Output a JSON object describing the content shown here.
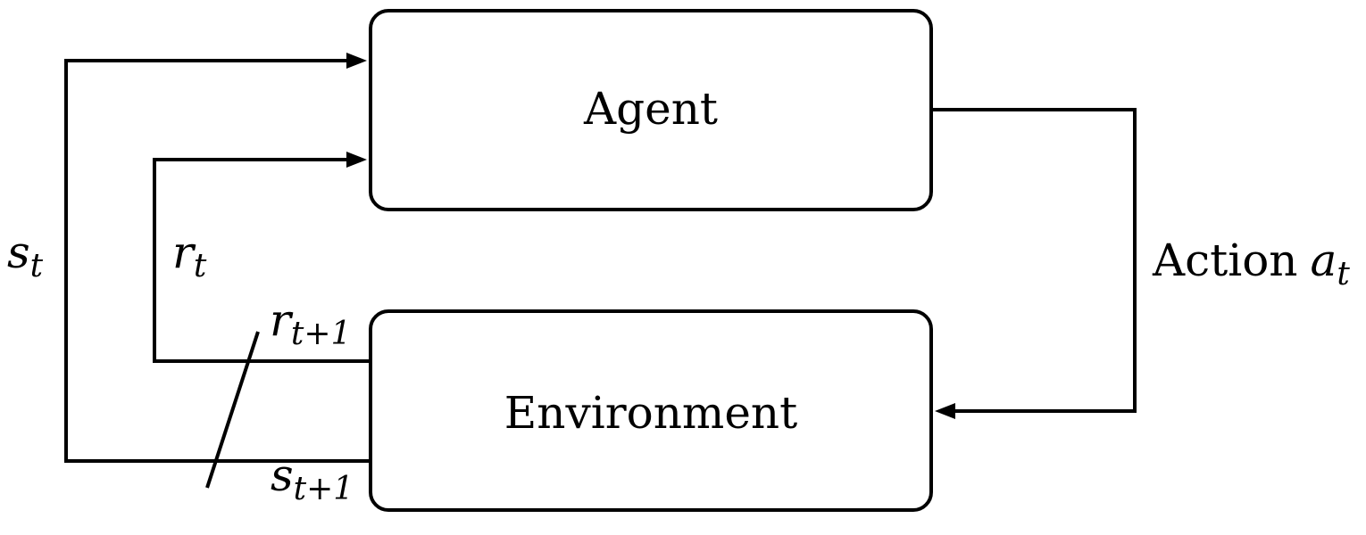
{
  "agent": {
    "label": "Agent"
  },
  "environment": {
    "label": "Environment"
  },
  "labels": {
    "state_current": {
      "symbol": "s",
      "subscript": "t"
    },
    "reward_current": {
      "symbol": "r",
      "subscript": "t"
    },
    "reward_next": {
      "symbol": "r",
      "subscript": "t+1"
    },
    "state_next": {
      "symbol": "s",
      "subscript": "t+1"
    },
    "action": {
      "word": "Action",
      "symbol": "a",
      "subscript": "t"
    }
  }
}
